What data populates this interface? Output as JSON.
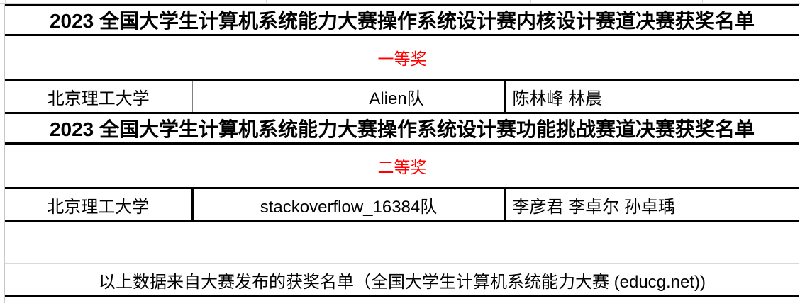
{
  "document": {
    "type": "spreadsheet-award-list",
    "accent_red": "#FF0000",
    "text_black": "#000000",
    "grid_gray": "#D9D9D9"
  },
  "sections": [
    {
      "title": "2023 全国大学生计算机系统能力大赛操作系统设计赛内核设计赛道决赛获奖名单",
      "award_label": "一等奖",
      "rows": [
        {
          "university": "北京理工大学",
          "blank": "",
          "team": "Alien队",
          "members": "陈林峰 林晨"
        }
      ]
    },
    {
      "title": "2023 全国大学生计算机系统能力大赛操作系统设计赛功能挑战赛道决赛获奖名单",
      "award_label": "二等奖",
      "rows": [
        {
          "university": "北京理工大学",
          "team": "stackoverflow_16384队",
          "members": "李彦君 李卓尔 孙卓瑀"
        }
      ]
    }
  ],
  "footer": {
    "note": "以上数据来自大赛发布的获奖名单（全国大学生计算机系统能力大赛 (educg.net))"
  }
}
